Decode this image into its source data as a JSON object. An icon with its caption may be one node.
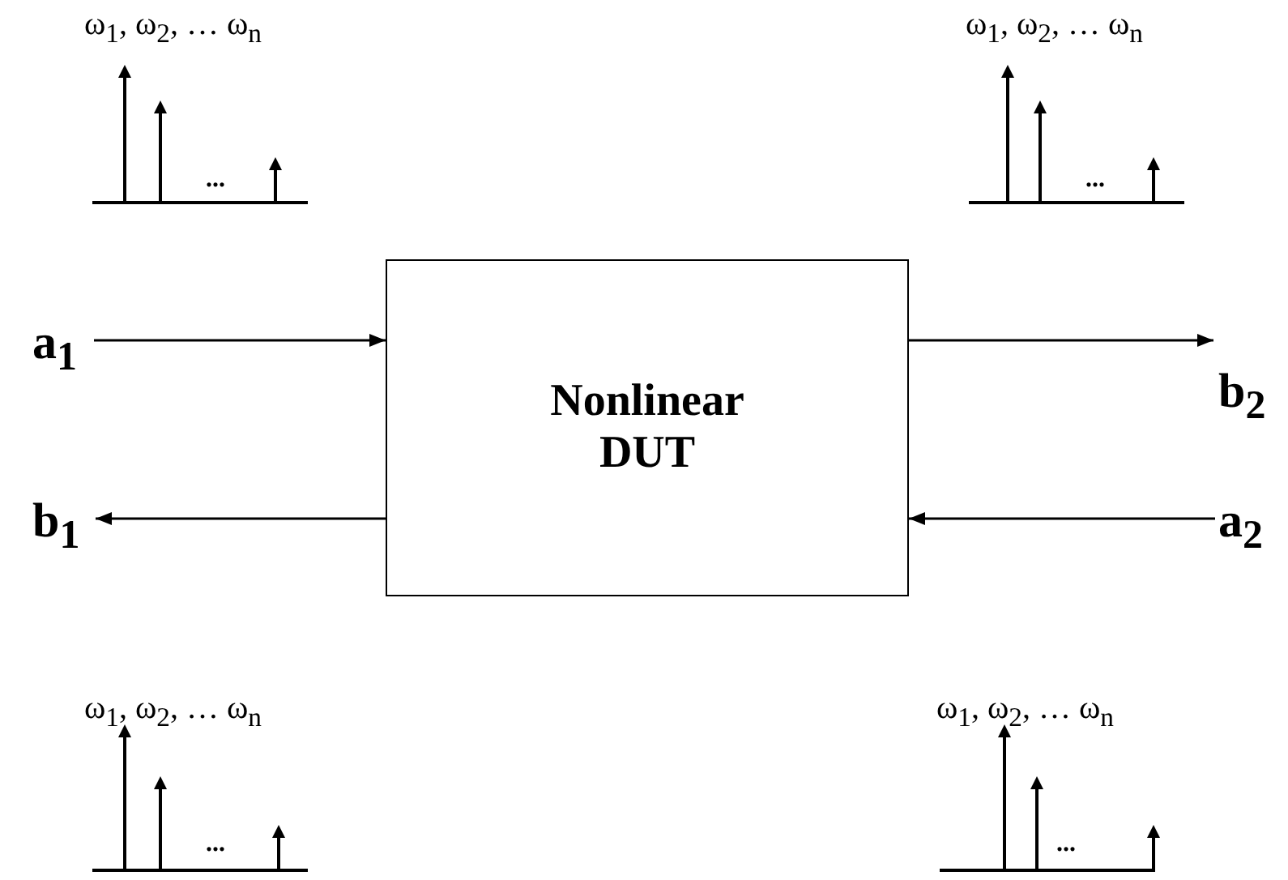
{
  "diagram": {
    "nodes": [
      {
        "text": [
          "a$_{1}$"
        ]
      },
      {
        "text": [
          "Nonlinear DUT"
        ]
      },
      {
        "text": [
          "b$_{2}$"
        ]
      },
      {
        "text": [
          "b$_{1}$"
        ]
      },
      {
        "text": [
          "a$_{2}$"
        ]
      }
    ],
    "edges": [
      {
        "from": 0,
        "to": 1,
        "arrow": "to"
      },
      {
        "from": 1,
        "to": 2,
        "arrow": "to"
      },
      {
        "from": 1,
        "to": 3,
        "arrow": "to"
      },
      {
        "from": 4,
        "to": 1,
        "arrow": "to"
      }
    ],
    "labels": [
      "ω$_{1}$, ω$_{2}$, … ω$_{n}$",
      "ω$_{1}$, ω$_{2}$, … ω$_{n}$",
      "...",
      "...",
      "ω$_{1}$, ω$_{2}$, … ω$_{n}$",
      "ω$_{1}$, ω$_{2}$, … ω$_{n}$",
      "...",
      "..."
    ]
  }
}
